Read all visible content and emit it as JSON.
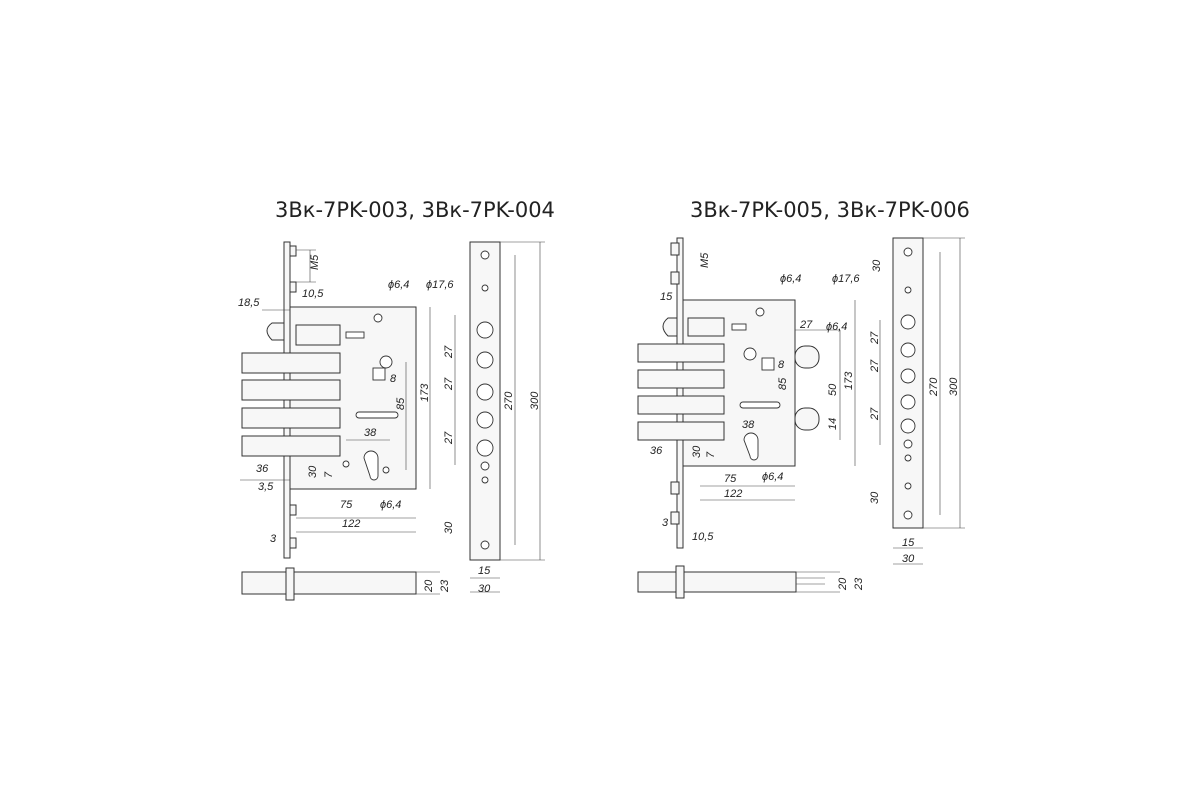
{
  "titles": {
    "left": "3Вк-7PK-003, 3Вк-7PK-004",
    "right": "3Вк-7PK-005, 3Вк-7PK-006"
  },
  "left": {
    "dims": {
      "m5": "M5",
      "d105": "10,5",
      "d185": "18,5",
      "d64a": "ϕ6,4",
      "d176": "ϕ17,6",
      "d27a": "27",
      "d27b": "27",
      "d27c": "27",
      "d8": "8",
      "d85": "85",
      "d173": "173",
      "d270": "270",
      "d300": "300",
      "d38": "38",
      "d36": "36",
      "d30a": "30",
      "d7": "7",
      "d35": "3,5",
      "d75": "75",
      "d64b": "ϕ6,4",
      "d122": "122",
      "d30b": "30",
      "d3": "3",
      "d20": "20",
      "d23": "23",
      "d15": "15",
      "d30c": "30"
    }
  },
  "right": {
    "dims": {
      "m5": "M5",
      "d15a": "15",
      "d64a": "ϕ6,4",
      "d176": "ϕ17,6",
      "d30a": "30",
      "d27a": "27",
      "d64b": "ϕ6,4",
      "d27b": "27",
      "d27c": "27",
      "d27d": "27",
      "d8": "8",
      "d85": "85",
      "d50": "50",
      "d14": "14",
      "d173": "173",
      "d270": "270",
      "d300": "300",
      "d38": "38",
      "d36": "36",
      "d30b": "30",
      "d7": "7",
      "d75": "75",
      "d64c": "ϕ6,4",
      "d122": "122",
      "d30c": "30",
      "d3": "3",
      "d105": "10,5",
      "d15b": "15",
      "d30d": "30",
      "d20": "20",
      "d23": "23"
    }
  }
}
